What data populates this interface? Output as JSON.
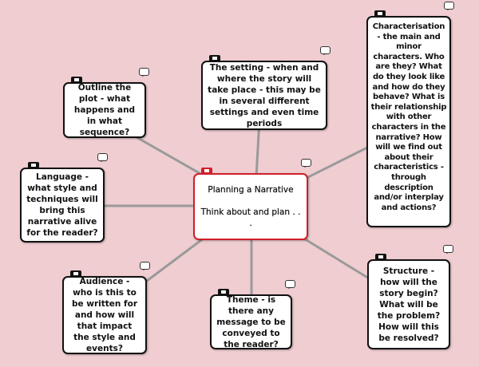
{
  "central": {
    "title": "Planning a Narrative",
    "subtitle": "Think about and plan . . ."
  },
  "nodes": [
    {
      "id": "setting",
      "text": "The setting - when and where the story will take place - this may be in several different settings and even time periods"
    },
    {
      "id": "plot",
      "text": "Outline the plot - what happens and in what sequence?"
    },
    {
      "id": "characterisation",
      "text": "Characterisation - the main and minor characters.  Who are they?  What do they look like and how do they behave?  What is their relationship with other characters in the narrative?  How will we find out about their characteristics - through description and/or interplay and actions?"
    },
    {
      "id": "language",
      "text": "Language - what style and techniques will bring this narrative alive for the reader?"
    },
    {
      "id": "audience",
      "text": "Audience - who is this to be written for and how will that impact the style and events?"
    },
    {
      "id": "theme",
      "text": "Theme - is there any message to be conveyed to the reader?"
    },
    {
      "id": "structure",
      "text": "Structure - how will the story begin?  What will be the problem?  How will this be resolved?"
    }
  ],
  "colors": {
    "background": "#efcdd1",
    "center_border": "#d0202a",
    "link": "#999999"
  }
}
